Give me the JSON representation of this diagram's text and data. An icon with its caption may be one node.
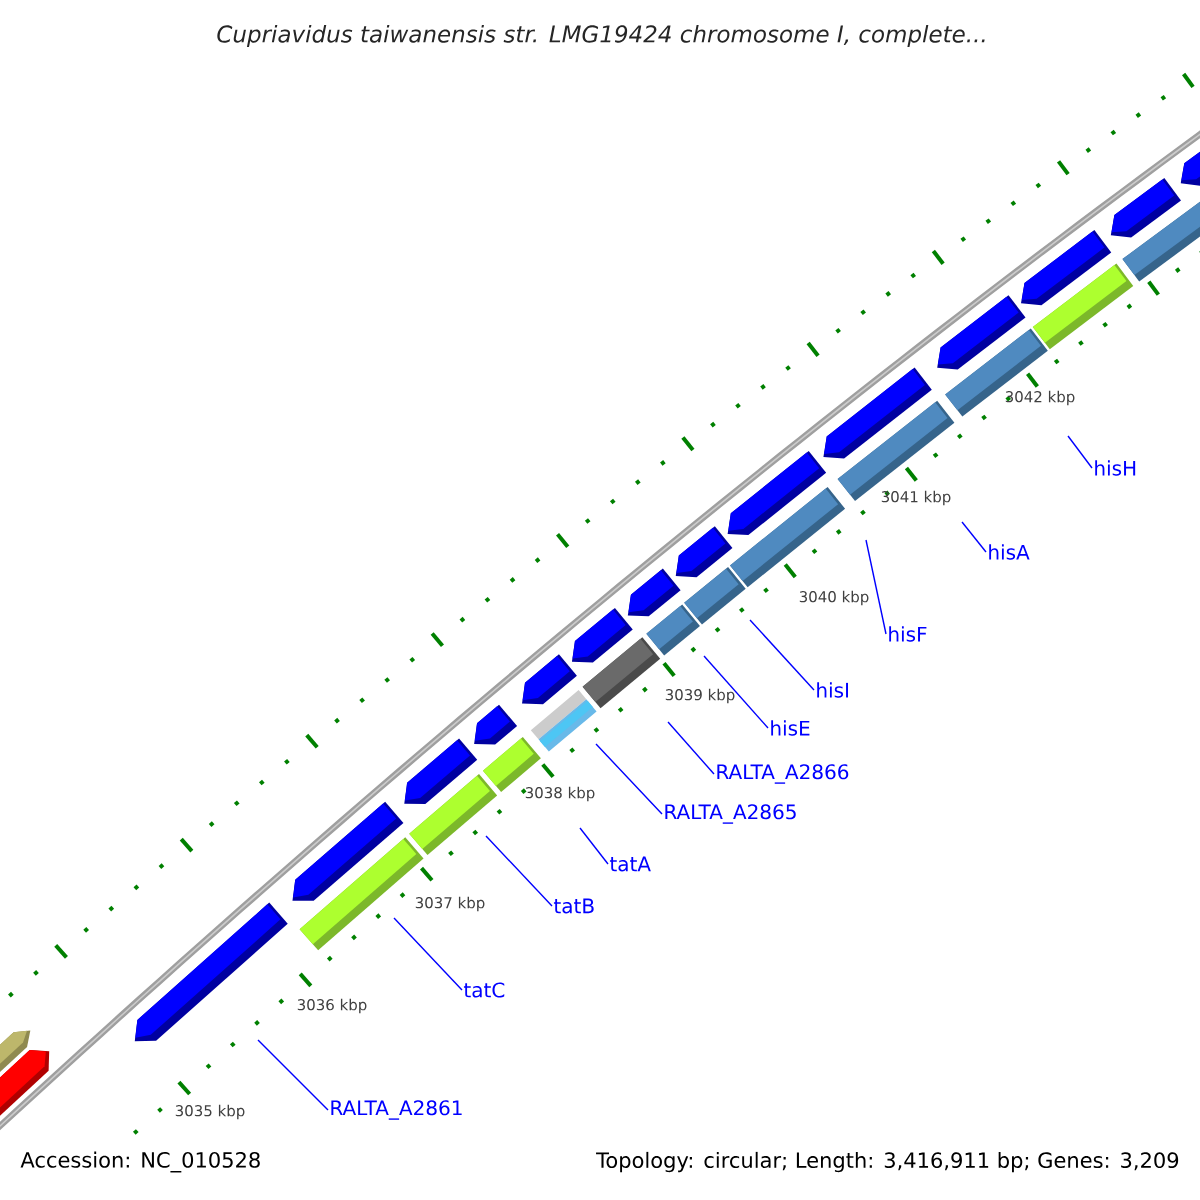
{
  "diagram": {
    "title": "Cupriavidus taiwanensis str. LMG19424 chromosome I, complete...",
    "nodes": [
      {
        "text": [
          "RALTA_A2861"
        ]
      },
      {
        "text": [
          "tatC"
        ]
      },
      {
        "text": [
          "tatB"
        ]
      },
      {
        "text": [
          "tatA"
        ]
      },
      {
        "text": [
          "RALTA_A2865"
        ]
      },
      {
        "text": [
          "RALTA_A2866"
        ]
      },
      {
        "text": [
          "hisE"
        ]
      },
      {
        "text": [
          "hisI"
        ]
      },
      {
        "text": [
          "hisF"
        ]
      },
      {
        "text": [
          "hisA"
        ]
      },
      {
        "text": [
          "hisH"
        ]
      }
    ],
    "edges": [
      {
        "from": 0,
        "to": null,
        "arrow": "none"
      },
      {
        "from": 1,
        "to": null,
        "arrow": "none"
      },
      {
        "from": 2,
        "to": null,
        "arrow": "none"
      },
      {
        "from": 3,
        "to": null,
        "arrow": "none"
      },
      {
        "from": 4,
        "to": null,
        "arrow": "none"
      },
      {
        "from": 5,
        "to": null,
        "arrow": "none"
      },
      {
        "from": 6,
        "to": null,
        "arrow": "none"
      },
      {
        "from": 7,
        "to": null,
        "arrow": "none"
      },
      {
        "from": 8,
        "to": null,
        "arrow": "none"
      },
      {
        "from": 9,
        "to": null,
        "arrow": "none"
      },
      {
        "from": 10,
        "to": null,
        "arrow": "none"
      }
    ],
    "labels": [
      "3035 kbp",
      "3036 kbp",
      "3037 kbp",
      "3038 kbp",
      "3039 kbp",
      "3040 kbp",
      "3041 kbp",
      "3042 kbp",
      "Accession: NC_010528",
      "Topology: circular; Length: 3,416,911 bp; Genes: 3,209"
    ]
  }
}
